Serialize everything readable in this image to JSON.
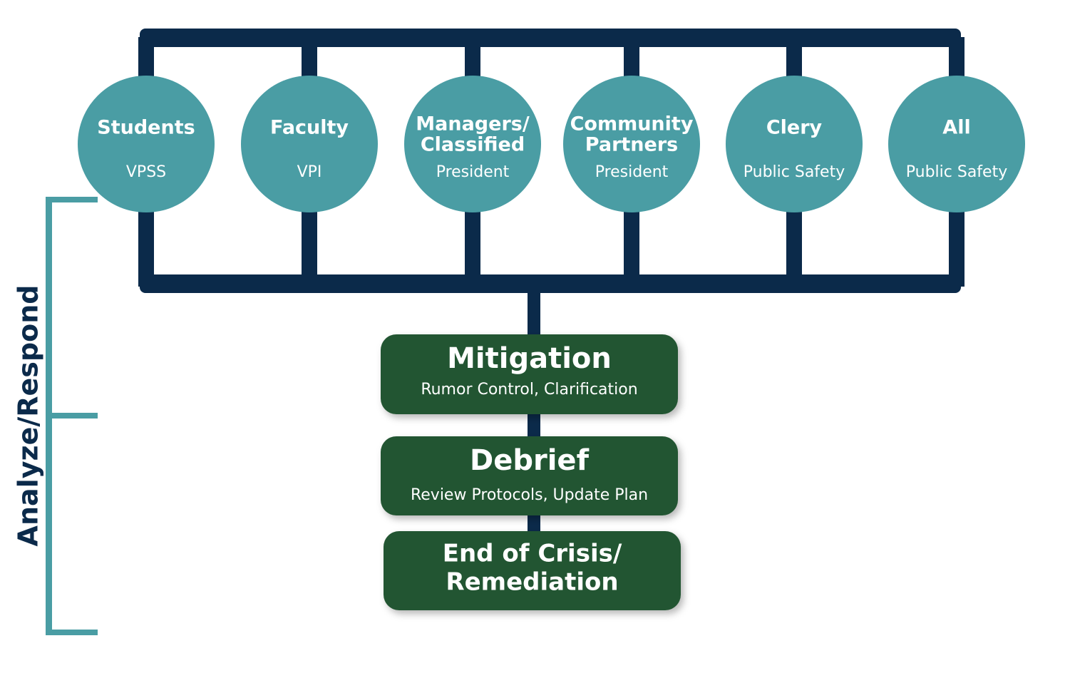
{
  "colors": {
    "navy": "#0b2a4a",
    "teal": "#4a9da4",
    "green": "#235530",
    "bracket": "#4a9da4"
  },
  "side_label": "Analyze/Respond",
  "audiences": [
    {
      "title_lines": [
        "Students"
      ],
      "subtitle": "VPSS"
    },
    {
      "title_lines": [
        "Faculty"
      ],
      "subtitle": "VPI"
    },
    {
      "title_lines": [
        "Managers/",
        "Classified"
      ],
      "subtitle": "President"
    },
    {
      "title_lines": [
        "Community",
        "Partners"
      ],
      "subtitle": "President"
    },
    {
      "title_lines": [
        "Clery"
      ],
      "subtitle": "Public Safety"
    },
    {
      "title_lines": [
        "All"
      ],
      "subtitle": "Public Safety"
    }
  ],
  "steps": [
    {
      "title_lines": [
        "Mitigation"
      ],
      "subtitle": "Rumor Control, Clarification"
    },
    {
      "title_lines": [
        "Debrief"
      ],
      "subtitle": "Review Protocols, Update Plan"
    },
    {
      "title_lines": [
        "End of Crisis/",
        "Remediation"
      ],
      "subtitle": ""
    }
  ]
}
